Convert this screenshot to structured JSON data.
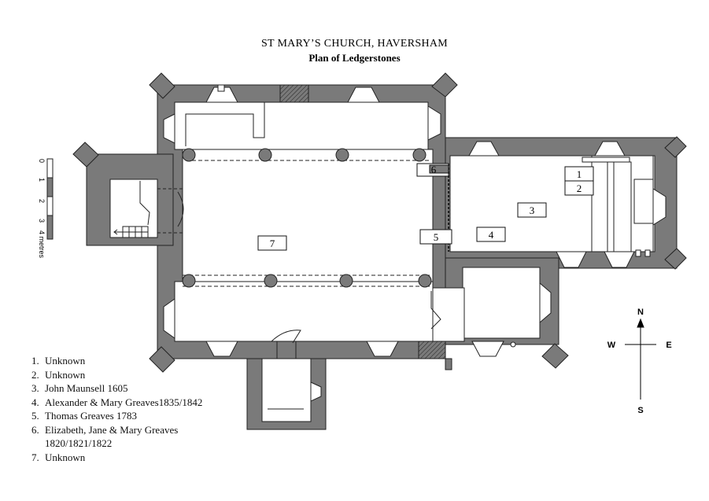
{
  "title": {
    "line1": "ST MARY’S CHURCH, HAVERSHAM",
    "line2": "Plan of Ledgerstones"
  },
  "colors": {
    "wall": "#7a7a7a",
    "outline": "#222222",
    "paper": "#ffffff"
  },
  "ledgerstones": [
    {
      "num": "1"
    },
    {
      "num": "2"
    },
    {
      "num": "3"
    },
    {
      "num": "4"
    },
    {
      "num": "5"
    },
    {
      "num": "6"
    },
    {
      "num": "7"
    }
  ],
  "legend": [
    {
      "num": "1.",
      "text": "Unknown"
    },
    {
      "num": "2.",
      "text": "Unknown"
    },
    {
      "num": "3.",
      "text": "John Maunsell 1605"
    },
    {
      "num": "4.",
      "text": "Alexander & Mary Greaves1835/1842"
    },
    {
      "num": "5.",
      "text": "Thomas Greaves 1783"
    },
    {
      "num": "6.",
      "text": "Elizabeth, Jane & Mary Greaves",
      "text2": "1820/1821/1822"
    },
    {
      "num": "7.",
      "text": "Unknown"
    }
  ],
  "compass": {
    "n": "N",
    "s": "S",
    "e": "E",
    "w": "W"
  },
  "scale": {
    "ticks": [
      "0",
      "1",
      "2",
      "3",
      "4 metres"
    ]
  }
}
